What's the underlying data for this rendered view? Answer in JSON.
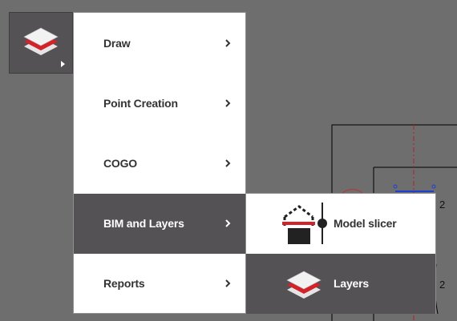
{
  "toolbar": {
    "button_icon": "layers-icon",
    "has_submenu": true
  },
  "menu": {
    "items": [
      {
        "label": "Draw",
        "icon": "chevron-right-icon"
      },
      {
        "label": "Point Creation",
        "icon": "chevron-right-icon"
      },
      {
        "label": "COGO",
        "icon": "chevron-right-icon"
      },
      {
        "label": "BIM and Layers",
        "icon": "chevron-right-icon",
        "active": true
      },
      {
        "label": "Reports",
        "icon": "chevron-right-icon"
      }
    ]
  },
  "submenu": {
    "items": [
      {
        "label": "Model slicer",
        "icon": "model-slicer-icon"
      },
      {
        "label": "Layers",
        "icon": "layers-icon",
        "selected": true
      }
    ]
  },
  "background_drawing": {
    "labels": [
      "2",
      "2"
    ]
  },
  "colors": {
    "accent_red": "#d2232a",
    "panel_dark": "#555255",
    "background": "#6e6e6e"
  }
}
